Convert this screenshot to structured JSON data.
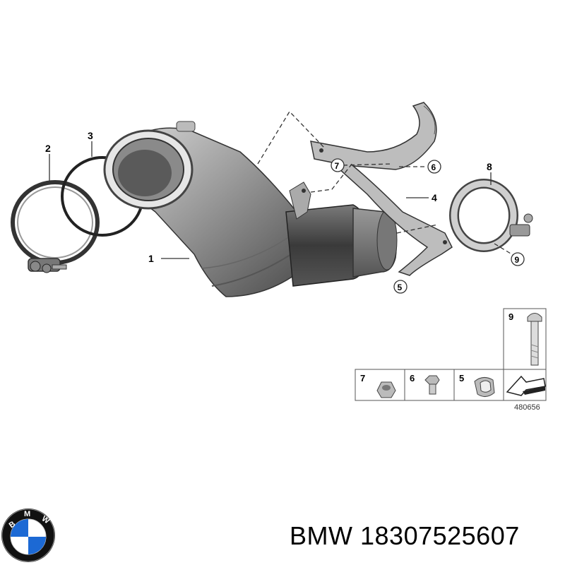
{
  "callouts": {
    "c1": "1",
    "c2": "2",
    "c3": "3",
    "c4": "4",
    "c5": "5",
    "c6": "6",
    "c7": "7",
    "c8": "8",
    "c9": "9"
  },
  "legend_table": {
    "cells": [
      {
        "number": "7",
        "part": "nut"
      },
      {
        "number": "6",
        "part": "bolt"
      },
      {
        "number": "5",
        "part": "clip"
      },
      {
        "number": "9",
        "part": "bolt"
      }
    ]
  },
  "reference_number": "480656",
  "logo": {
    "text": "BMW",
    "colors": {
      "blue": "#1c69d4",
      "ring": "#111111",
      "white": "#ffffff"
    }
  },
  "caption": {
    "brand": "BMW",
    "part_number": "18307525607"
  }
}
